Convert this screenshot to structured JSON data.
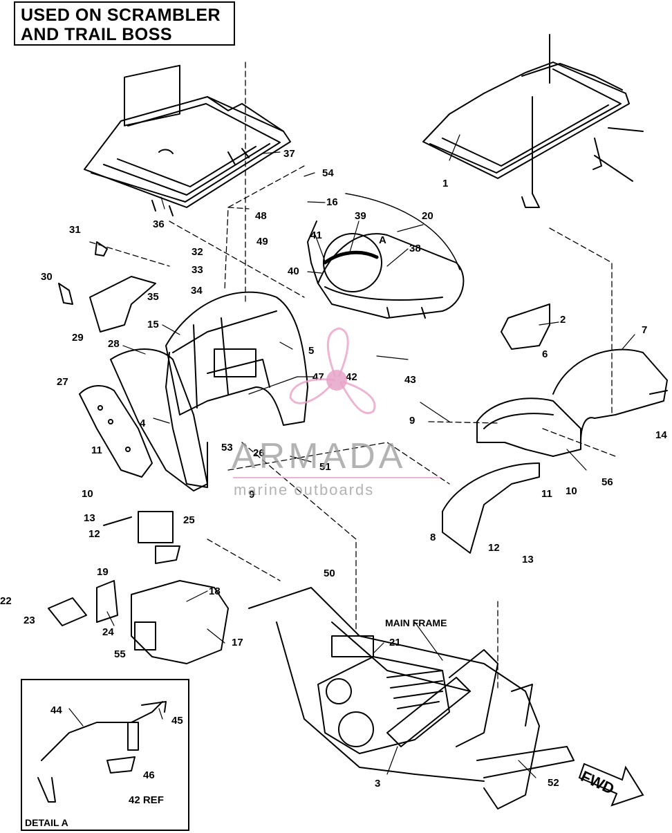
{
  "header": {
    "line1": "USED ON SCRAMBLER",
    "line2": "AND TRAIL BOSS"
  },
  "labels": {
    "main_frame": "MAIN FRAME",
    "detail_a": "DETAIL A",
    "fwd": "FWD",
    "a_marker": "A"
  },
  "watermark": {
    "name": "ARMADA",
    "sub": "marine outboards",
    "color": "#e8a3c8"
  },
  "callouts": {
    "p1": "1",
    "p2": "2",
    "p3": "3",
    "p4": "4",
    "p5": "5",
    "p6": "6",
    "p7": "7",
    "p8": "8",
    "p9a": "9",
    "p9b": "9",
    "p10a": "10",
    "p10b": "10",
    "p11a": "11",
    "p11b": "11",
    "p12a": "12",
    "p12b": "12",
    "p13a": "13",
    "p13b": "13",
    "p14": "14",
    "p15": "15",
    "p16": "16",
    "p17": "17",
    "p18": "18",
    "p19": "19",
    "p20": "20",
    "p21": "21",
    "p22": "22",
    "p23": "23",
    "p24": "24",
    "p25": "25",
    "p26": "26",
    "p27": "27",
    "p28": "28",
    "p29": "29",
    "p30": "30",
    "p31": "31",
    "p32": "32",
    "p33": "33",
    "p34": "34",
    "p35": "35",
    "p36": "36",
    "p37": "37",
    "p38": "38",
    "p39": "39",
    "p40": "40",
    "p41": "41",
    "p42": "42",
    "p42ref": "42 REF",
    "p43": "43",
    "p44": "44",
    "p45": "45",
    "p46": "46",
    "p47": "47",
    "p48": "48",
    "p49": "49",
    "p50": "50",
    "p51": "51",
    "p52": "52",
    "p53": "53",
    "p54": "54",
    "p55": "55",
    "p56": "56"
  }
}
